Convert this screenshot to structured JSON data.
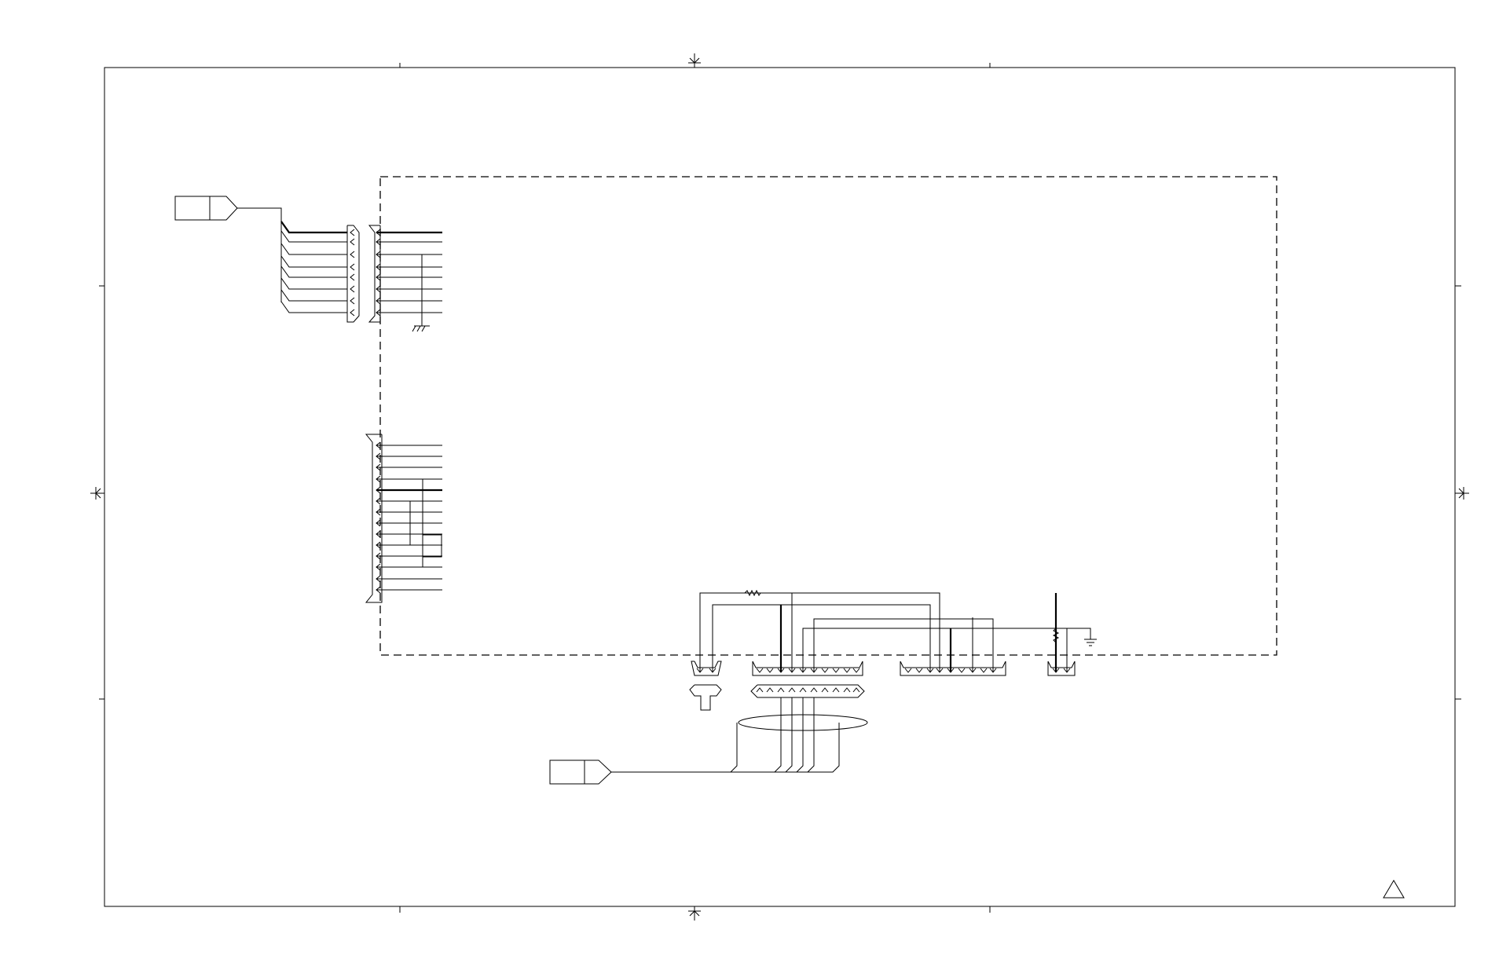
{
  "diagram": {
    "type": "electrical wiring schematic",
    "stroke_color": "#000000",
    "background_color": "#ffffff",
    "labels": [],
    "off_page_connectors": [
      {
        "id": "upper-left",
        "label": ""
      },
      {
        "id": "bottom",
        "label": ""
      }
    ],
    "connector_groups": [
      "upper-left-harness",
      "left-side-harness",
      "bottom-harness"
    ],
    "symbols": [
      "ground-symbol",
      "chassis-ground-symbol",
      "resistor-symbol",
      "twisted-pair-bundle",
      "revision-triangle"
    ]
  }
}
